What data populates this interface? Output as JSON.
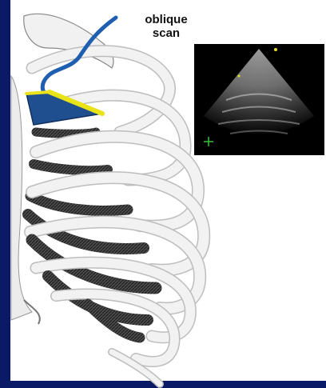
{
  "annotation": {
    "line1": "oblique",
    "line2": "scan"
  },
  "colors": {
    "background": "#0a1a66",
    "probe": "#1f4f8f",
    "probe_face": "#e9e317",
    "cable": "#1e5fb0",
    "bone": "#e9e9e9",
    "cartilage": "#3a3a3a"
  },
  "icons": {
    "probe": "ultrasound-probe-icon",
    "ribcage": "ribcage-illustration",
    "ultrasound": "ultrasound-image"
  }
}
